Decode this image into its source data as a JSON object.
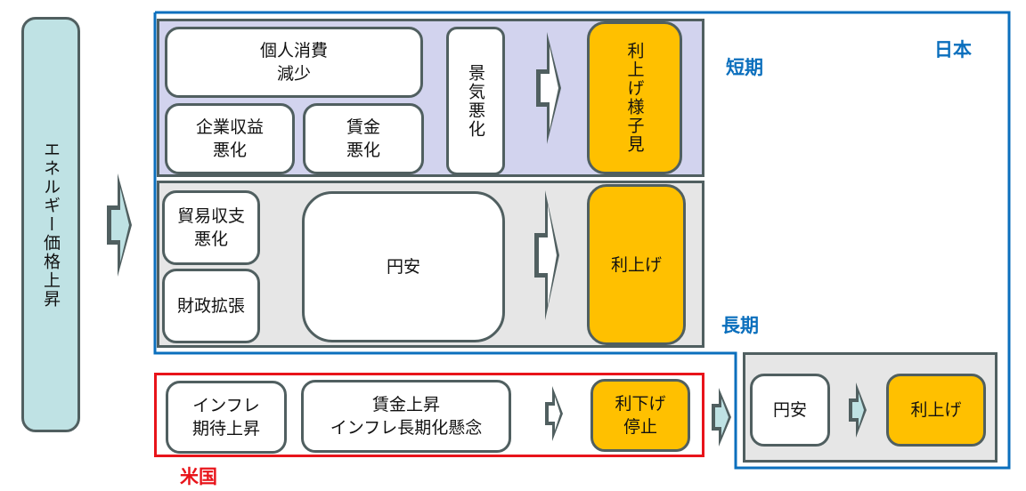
{
  "left": {
    "energy_box": "エネルギー価格上昇"
  },
  "japan": {
    "region_label": "日本",
    "short_term": {
      "label": "短期",
      "consumption": "個人消費\n減少",
      "corporate": "企業収益\n悪化",
      "wages": "賃金\n悪化",
      "economy": "景気悪化",
      "result": "利上げ様子見"
    },
    "long_term": {
      "label": "長期",
      "trade": "貿易収支\n悪化",
      "fiscal": "財政拡張",
      "yen": "円安",
      "result": "利上げ"
    },
    "combined": {
      "yen": "円安",
      "result": "利上げ"
    }
  },
  "us": {
    "region_label": "米国",
    "inflation_expect": "インフレ\n期待上昇",
    "wage_inflation": "賃金上昇\nインフレ長期化懸念",
    "result": "利下げ\n停止"
  },
  "colors": {
    "japan_outline": "#0b6fbd",
    "us_outline": "#e8141a",
    "short_panel": "#d2d3ee",
    "long_panel": "#e6e6e6",
    "energy_fill": "#bfe2e4",
    "result_fill": "#ffc000",
    "box_border": "#505f60"
  }
}
